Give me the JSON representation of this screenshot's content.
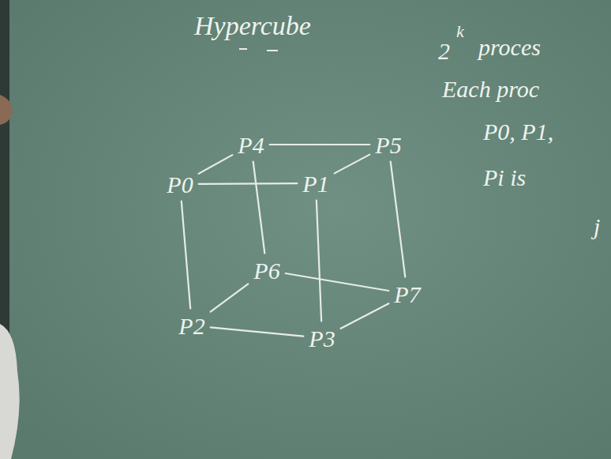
{
  "diagram": {
    "title": "Hypercube",
    "nodes": [
      {
        "text": [
          "P4"
        ]
      },
      {
        "text": [
          "P5"
        ]
      },
      {
        "text": [
          "P0"
        ]
      },
      {
        "text": [
          "P1"
        ]
      },
      {
        "text": [
          "P6"
        ]
      },
      {
        "text": [
          "P7"
        ]
      },
      {
        "text": [
          "P2"
        ]
      },
      {
        "text": [
          "P3"
        ]
      }
    ],
    "edges": [
      {
        "from": 0,
        "to": 1,
        "arrow": "none"
      },
      {
        "from": 2,
        "to": 3,
        "arrow": "none"
      },
      {
        "from": 2,
        "to": 0,
        "arrow": "none"
      },
      {
        "from": 3,
        "to": 1,
        "arrow": "none"
      },
      {
        "from": 2,
        "to": 6,
        "arrow": "none"
      },
      {
        "from": 3,
        "to": 7,
        "arrow": "none"
      },
      {
        "from": 0,
        "to": 4,
        "arrow": "none"
      },
      {
        "from": 1,
        "to": 5,
        "arrow": "none"
      },
      {
        "from": 4,
        "to": 5,
        "arrow": "none"
      },
      {
        "from": 6,
        "to": 7,
        "arrow": "none"
      },
      {
        "from": 6,
        "to": 4,
        "arrow": "none"
      },
      {
        "from": 7,
        "to": 5,
        "arrow": "none"
      }
    ],
    "labels": [
      "2",
      "k",
      "proces",
      "Each proc",
      "P0, P1,",
      "Pi is",
      "j"
    ]
  }
}
